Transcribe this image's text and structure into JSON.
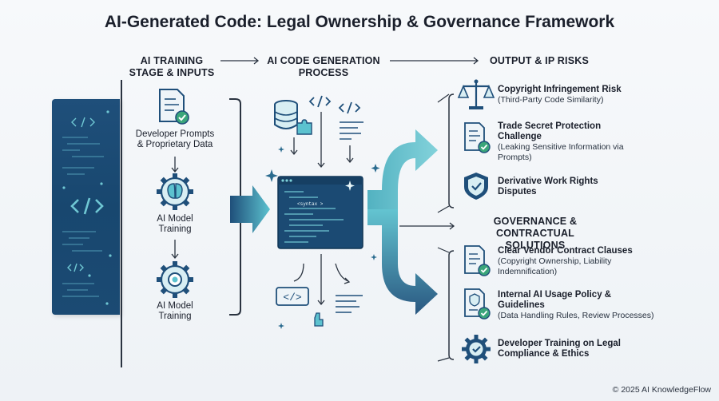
{
  "title": "AI-Generated Code: Legal Ownership & Governance Framework",
  "columns": {
    "col1": "AI TRAINING STAGE & INPUTS",
    "col1_l1": "AI TRAINING",
    "col1_l2": "STAGE & INPUTS",
    "col2_l1": "AI CODE GENERATION",
    "col2_l2": "PROCESS",
    "col3": "OUTPUT & IP RISKS"
  },
  "inputs": {
    "prompts_l1": "Developer Prompts",
    "prompts_l2": "& Proprietary Data",
    "model1_l1": "AI Model",
    "model1_l2": "Training",
    "model2_l1": "AI Model",
    "model2_l2": "Training"
  },
  "process": {
    "editor_token": "<syntax >",
    "code_tag": "</>"
  },
  "risks": [
    {
      "title": "Copyright Infringement Risk",
      "detail": "(Third-Party Code Similarity)",
      "icon": "scales-icon"
    },
    {
      "title_l1": "Trade Secret Protection",
      "title_l2": "Challenge",
      "detail_l1": "(Leaking Sensitive Information via",
      "detail_l2": "Prompts)",
      "icon": "document-check-icon"
    },
    {
      "title_l1": "Derivative Work Rights",
      "title_l2": "Disputes",
      "icon": "shield-check-icon"
    }
  ],
  "governance": {
    "heading_l1": "GOVERNANCE & CONTRACTUAL",
    "heading_l2": "SOLUTIONS",
    "items": [
      {
        "title": "Clear Vendor Contract Clauses",
        "detail_l1": "(Copyright Ownership, Liability",
        "detail_l2": "Indemnification)",
        "icon": "contract-check-icon"
      },
      {
        "title_l1": "Internal AI Usage Policy &",
        "title_l2": "Guidelines",
        "detail": "(Data Handling Rules, Review Processes)",
        "icon": "policy-check-icon"
      },
      {
        "title_l1": "Developer Training on Legal",
        "title_l2": "Compliance & Ethics",
        "icon": "gear-check-icon"
      }
    ]
  },
  "footer": "© 2025 AI KnowledgeFlow",
  "colors": {
    "navy": "#1b4a73",
    "teal": "#4fb6c4",
    "green": "#3aa57a",
    "dark": "#1a1f2b"
  }
}
